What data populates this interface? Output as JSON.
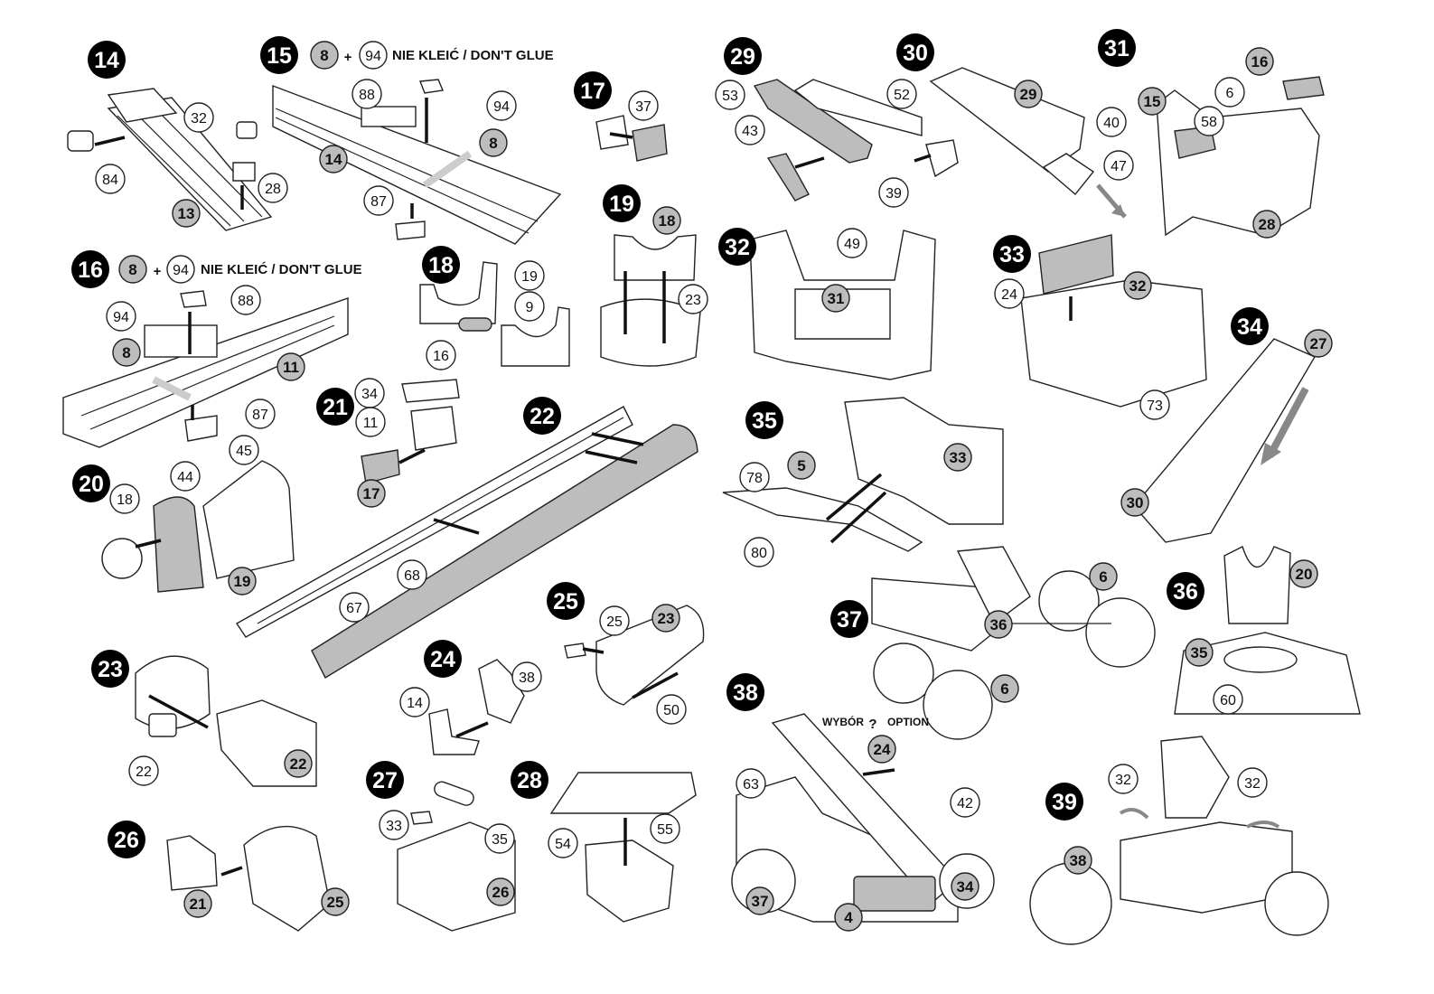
{
  "colors": {
    "step_badge": "#000000",
    "part_badge_highlight": "#bdbdbd",
    "part_fill": "#ffffff",
    "line": "#222222"
  },
  "notes": {
    "dont_glue": "NIE KLEIĆ / DON'T GLUE",
    "option": "WYBÓR",
    "option_en": "OPTION",
    "plus": "+",
    "question": "?"
  },
  "steps": [
    {
      "number": "14",
      "parts": [
        "84",
        "32",
        "28",
        "13"
      ]
    },
    {
      "number": "15",
      "header_parts": [
        "8",
        "94"
      ],
      "parts": [
        "88",
        "94",
        "8",
        "14",
        "87"
      ]
    },
    {
      "number": "17",
      "parts": [
        "37"
      ]
    },
    {
      "number": "16",
      "header_parts": [
        "8",
        "94"
      ],
      "parts": [
        "88",
        "94",
        "8",
        "11",
        "87"
      ]
    },
    {
      "number": "18",
      "parts": [
        "19",
        "9",
        "16"
      ]
    },
    {
      "number": "19",
      "parts": [
        "18",
        "23"
      ]
    },
    {
      "number": "20",
      "parts": [
        "18",
        "44",
        "45",
        "19"
      ]
    },
    {
      "number": "21",
      "parts": [
        "34",
        "11",
        "17"
      ]
    },
    {
      "number": "22",
      "parts": [
        "67",
        "68"
      ]
    },
    {
      "number": "23",
      "parts": [
        "22",
        "22"
      ]
    },
    {
      "number": "24",
      "parts": [
        "14",
        "38"
      ]
    },
    {
      "number": "25",
      "parts": [
        "25",
        "23",
        "50"
      ]
    },
    {
      "number": "26",
      "parts": [
        "21",
        "25"
      ]
    },
    {
      "number": "27",
      "parts": [
        "33",
        "35",
        "26"
      ]
    },
    {
      "number": "28",
      "parts": [
        "54",
        "55"
      ]
    },
    {
      "number": "29",
      "parts": [
        "53",
        "52",
        "43",
        "39"
      ]
    },
    {
      "number": "30",
      "parts": [
        "29",
        "40",
        "47"
      ]
    },
    {
      "number": "31",
      "parts": [
        "16",
        "15",
        "6",
        "58",
        "28"
      ]
    },
    {
      "number": "32",
      "parts": [
        "49",
        "31"
      ]
    },
    {
      "number": "33",
      "parts": [
        "24",
        "32",
        "73"
      ]
    },
    {
      "number": "34",
      "parts": [
        "27",
        "30"
      ]
    },
    {
      "number": "35",
      "parts": [
        "5",
        "78",
        "80",
        "33"
      ]
    },
    {
      "number": "36",
      "parts": [
        "20",
        "35",
        "60"
      ]
    },
    {
      "number": "37",
      "parts": [
        "6",
        "36",
        "6"
      ]
    },
    {
      "number": "38",
      "parts": [
        "24",
        "42",
        "63",
        "37",
        "4",
        "34"
      ]
    },
    {
      "number": "39",
      "parts": [
        "32",
        "32",
        "38"
      ]
    }
  ]
}
